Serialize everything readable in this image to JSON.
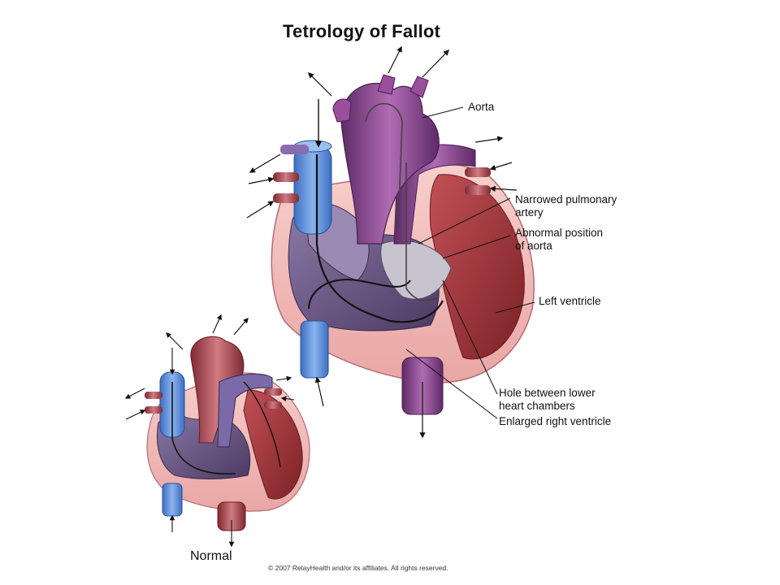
{
  "diagram": {
    "title": "Tetrology of Fallot",
    "labels": {
      "aorta": "Aorta",
      "narrowed_pulmonary_artery": [
        "Narrowed pulmonary",
        "artery"
      ],
      "abnormal_position_of_aorta": [
        "Abnormal position",
        "of aorta"
      ],
      "left_ventricle": "Left ventricle",
      "hole_between_lower_heart_chambers": [
        "Hole between lower",
        "heart chambers"
      ],
      "enlarged_right_ventricle": "Enlarged right ventricle"
    },
    "normal_label": "Normal",
    "copyright": "© 2007 RelayHealth and/or its affiliates. All rights reserved."
  },
  "colors": {
    "deoxygenated_vessel": "#5b8fd6",
    "oxygenated_vessel": "#b8505c",
    "aorta_purple": "#8a3f8a",
    "ventricle_pink": "#f2b9b6",
    "myocardium_red": "#a83a3c",
    "chamber_interior": "#6f5a86"
  }
}
